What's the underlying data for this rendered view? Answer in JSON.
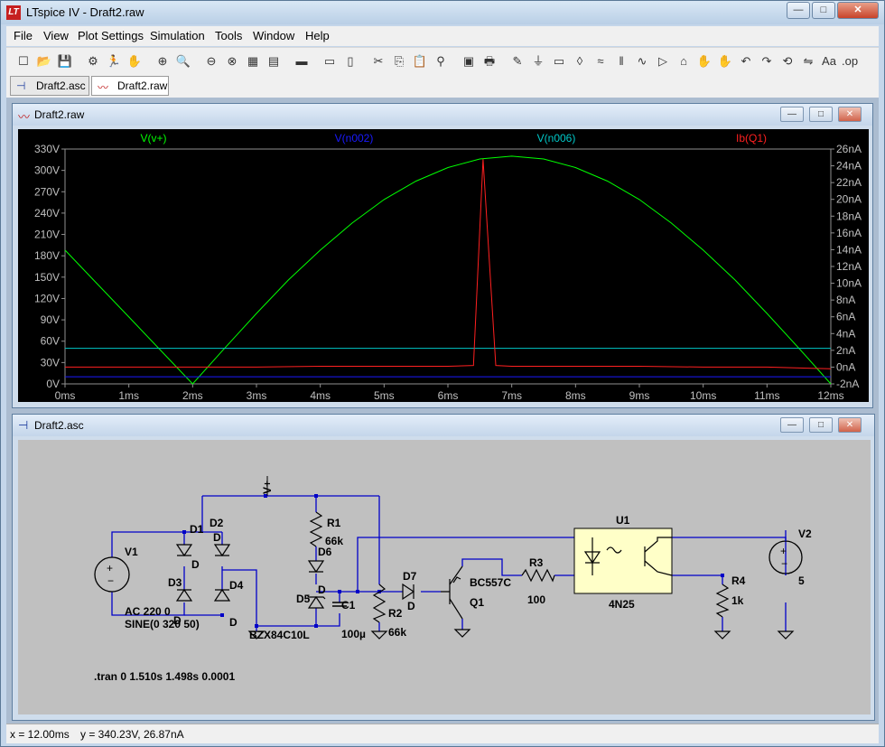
{
  "window": {
    "title": "LTspice IV - Draft2.raw",
    "app_icon": "LT"
  },
  "caption_buttons": {
    "minimize": "—",
    "maximize": "□",
    "close": "✕"
  },
  "menu": [
    {
      "label": "File"
    },
    {
      "label": "View"
    },
    {
      "label": "Plot Settings"
    },
    {
      "label": "Simulation"
    },
    {
      "label": "Tools"
    },
    {
      "label": "Window"
    },
    {
      "label": "Help"
    }
  ],
  "toolbar_icons": [
    "new-schematic-icon",
    "open-icon",
    "save-icon",
    "control-panel-icon",
    "run-icon",
    "pan-icon",
    "zoom-in-icon",
    "zoom-area-icon",
    "zoom-out-icon",
    "zoom-cancel-icon",
    "autorange-icon",
    "setup-icon",
    "tile-horizontal-icon",
    "cascade-icon",
    "tile-vertical-icon",
    "cut-icon",
    "copy-icon",
    "paste-icon",
    "find-icon",
    "print-preview-icon",
    "print-icon",
    "draw-wire-icon",
    "ground-icon",
    "label-net-icon",
    "component-icon",
    "resistor-icon",
    "capacitor-icon",
    "inductor-icon",
    "diode-icon",
    "component2-icon",
    "move-icon",
    "drag-icon",
    "undo-icon",
    "redo-icon",
    "rotate-icon",
    "mirror-icon",
    "text-icon",
    "spice-directive-icon"
  ],
  "toolbar_glyphs": [
    "☐",
    "📂",
    "💾",
    "⚙",
    "🏃",
    "✋",
    "⊕",
    "🔍",
    "⊖",
    "⊗",
    "▦",
    "▤",
    "▬",
    "▭",
    "▯",
    "✂",
    "⎘",
    "📋",
    "⚲",
    "▣",
    "🖶",
    "✎",
    "⏚",
    "▭",
    "◊",
    "≈",
    "‖",
    "∿",
    "▷",
    "⌂",
    "✋",
    "✋",
    "↶",
    "↷",
    "⟲",
    "⇋",
    "Aa",
    ".op"
  ],
  "tabs": [
    {
      "label": "Draft2.asc"
    },
    {
      "label": "Draft2.raw"
    }
  ],
  "plot_window": {
    "title": "Draft2.raw"
  },
  "schematic_window": {
    "title": "Draft2.asc"
  },
  "status": {
    "x_readout": "x = 12.00ms",
    "y_readout": "y = 340.23V, 26.87nA"
  },
  "chart_data": {
    "type": "line",
    "title": "",
    "xlabel": "",
    "ylabel": "",
    "y2label": "",
    "x_ticks": [
      "0ms",
      "1ms",
      "2ms",
      "3ms",
      "4ms",
      "5ms",
      "6ms",
      "7ms",
      "8ms",
      "9ms",
      "10ms",
      "11ms",
      "12ms"
    ],
    "xlim": [
      0,
      12
    ],
    "y_ticks": [
      "330V",
      "300V",
      "270V",
      "240V",
      "210V",
      "180V",
      "150V",
      "120V",
      "90V",
      "60V",
      "30V",
      "0V"
    ],
    "ylim": [
      0,
      330
    ],
    "y2_ticks": [
      "26nA",
      "24nA",
      "22nA",
      "20nA",
      "18nA",
      "16nA",
      "14nA",
      "12nA",
      "10nA",
      "8nA",
      "6nA",
      "4nA",
      "2nA",
      "0nA",
      "-2nA"
    ],
    "y2lim": [
      -2,
      26
    ],
    "background": "#000000",
    "series": [
      {
        "name": "V(v+)",
        "color": "#00ff00",
        "axis": "left",
        "x": [
          0,
          0.5,
          1,
          1.5,
          2,
          2.5,
          3,
          3.5,
          4,
          4.5,
          5,
          5.5,
          6,
          6.5,
          7,
          7.5,
          8,
          8.5,
          9,
          9.5,
          10,
          10.5,
          11,
          11.5,
          12
        ],
        "values": [
          188,
          141,
          94,
          47,
          0,
          50,
          99,
          146,
          188,
          226,
          259,
          285,
          304,
          316,
          320,
          316,
          304,
          285,
          259,
          226,
          188,
          146,
          99,
          50,
          0
        ]
      },
      {
        "name": "V(n002)",
        "color": "#1a1aff",
        "axis": "left",
        "x": [
          0,
          12
        ],
        "values": [
          10,
          10
        ]
      },
      {
        "name": "V(n006)",
        "color": "#00c8c8",
        "axis": "left",
        "x": [
          0,
          12
        ],
        "values": [
          50,
          50
        ]
      },
      {
        "name": "Ib(Q1)",
        "color": "#ff2020",
        "axis": "right",
        "x": [
          0,
          1,
          2,
          3,
          4,
          5,
          6,
          6.4,
          6.55,
          6.75,
          7,
          8,
          9,
          10,
          11,
          12
        ],
        "values": [
          0,
          0,
          0,
          0,
          0.1,
          0.1,
          0.1,
          0.2,
          24.8,
          0.2,
          0.1,
          0.1,
          0.1,
          0,
          0,
          -0.2
        ]
      }
    ]
  },
  "schematic": {
    "net_label": "V+",
    "parts": [
      {
        "ref": "V1",
        "value": "AC 220 0"
      },
      {
        "ref": "",
        "value": "SINE(0 320 50)"
      },
      {
        "ref": "D1",
        "value": "D"
      },
      {
        "ref": "D2",
        "value": "D"
      },
      {
        "ref": "D3",
        "value": "D"
      },
      {
        "ref": "D4",
        "value": "D"
      },
      {
        "ref": "R1",
        "value": "66k"
      },
      {
        "ref": "D6",
        "value": "D"
      },
      {
        "ref": "D5",
        "value": "BZX84C10L"
      },
      {
        "ref": "C1",
        "value": "100µ"
      },
      {
        "ref": "R2",
        "value": "66k"
      },
      {
        "ref": "D7",
        "value": "D"
      },
      {
        "ref": "Q1",
        "value": "BC557C"
      },
      {
        "ref": "R3",
        "value": "100"
      },
      {
        "ref": "U1",
        "value": "4N25"
      },
      {
        "ref": "R4",
        "value": "1k"
      },
      {
        "ref": "V2",
        "value": "5"
      }
    ],
    "directive": ".tran 0 1.510s 1.498s 0.0001"
  }
}
